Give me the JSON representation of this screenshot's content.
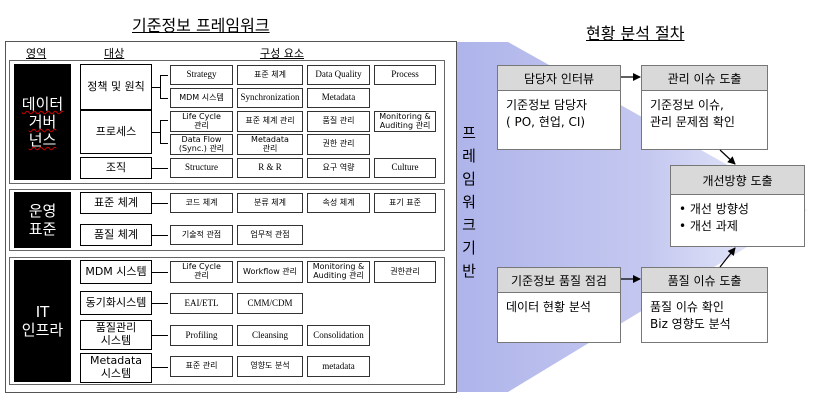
{
  "left_title": "기준정보 프레임워크",
  "right_title": "현황 분석 절차",
  "headers": {
    "area": "영역",
    "target": "대상",
    "components": "구성 요소"
  },
  "framework_vertical_label": "프\n레\n임\n워\n크\n기\n반",
  "domains": {
    "governance": "데이터\n거버\n넌스",
    "operation": "운영\n표준",
    "infra": "IT\n인프라"
  },
  "targets": {
    "policy": "정책 및 원칙",
    "process": "프로세스",
    "org": "조직",
    "std_system": "표준 체계",
    "quality_system": "품질 체계",
    "mdm_system": "MDM 시스템",
    "sync_system": "동기화시스템",
    "qm_system": "품질관리\n시스템",
    "meta_system": "Metadata\n시스템"
  },
  "cells": {
    "strategy": "Strategy",
    "std_system": "표준 체계",
    "data_quality": "Data Quality",
    "process": "Process",
    "mdm_system": "MDM 시스템",
    "synchronization": "Synchronization",
    "metadata": "Metadata",
    "life_cycle_mgmt": "Life Cycle\n관리",
    "std_system_mgmt": "표준 체계 관리",
    "quality_mgmt": "품질 관리",
    "monitoring_auditing": "Monitoring &\nAuditing 관리",
    "data_flow_mgmt": "Data Flow\n(Sync.) 관리",
    "metadata_mgmt": "Metadata\n관리",
    "authority_mgmt": "권한 관리",
    "structure": "Structure",
    "r_and_r": "R & R",
    "required_capability": "요구 역량",
    "culture": "Culture",
    "code_system": "코드 체계",
    "classification_system": "분류 체계",
    "attribute_system": "속성 체계",
    "notation_std": "표기 표준",
    "technical_view": "기술적 관점",
    "business_view": "업무적 관점",
    "life_cycle_mgmt_2": "Life Cycle\n관리",
    "workflow_mgmt": "Workflow 관리",
    "monitoring_auditing_2": "Monitoring &\nAuditing 관리",
    "authority_mgmt_2": "권한관리",
    "eai_etl": "EAI/ETL",
    "cmm_cdm": "CMM/CDM",
    "profiling": "Profiling",
    "cleansing": "Cleansing",
    "consolidation": "Consolidation",
    "std_mgmt": "표준 관리",
    "impact_analysis": "영향도 분석",
    "metadata_lower": "metadata"
  },
  "process": {
    "interview": {
      "title": "담당자 인터뷰",
      "body": "기준정보 담당자\n( PO, 현업, CI)"
    },
    "issue": {
      "title": "관리 이슈 도출",
      "body": "기준정보 이슈,\n관리 문제점 확인"
    },
    "improve": {
      "title": "개선방향 도출",
      "body": "• 개선 방향성\n• 개선 과제"
    },
    "quality_check": {
      "title": "기준정보 품질 점검",
      "body": "데이터 현황 분석"
    },
    "quality_issue": {
      "title": "품질 이슈 도출",
      "body": "품질 이슈 확인\nBiz 영향도 분석"
    }
  },
  "colors": {
    "chevron": "#b6bbec",
    "box_header": "#d9d9d9",
    "domain_bg": "#000000",
    "underline_warning": "#d00000"
  }
}
